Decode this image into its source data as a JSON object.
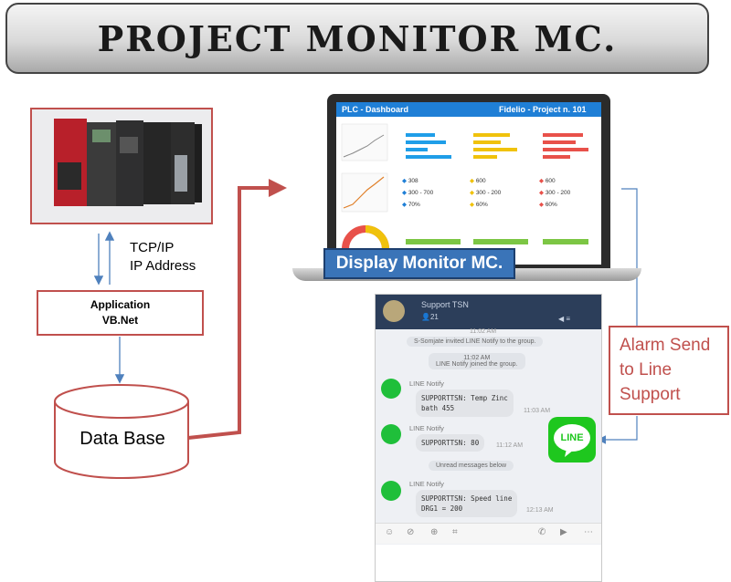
{
  "title": "PROJECT MONITOR MC.",
  "connection": {
    "line1": "TCP/IP",
    "line2": "IP Address"
  },
  "application": {
    "line1": "Application",
    "line2": "VB.Net"
  },
  "database": {
    "label": "Data Base"
  },
  "display": {
    "label": "Display Monitor MC.",
    "dashboard_title": "PLC - Dashboard",
    "dashboard_project": "Fidelio - Project n. 101",
    "kpis": [
      {
        "value1": "308",
        "value2": "300 - 700",
        "value3": "70%",
        "color": "#1f7fd6"
      },
      {
        "value1": "600",
        "value2": "300 - 200",
        "value3": "60%",
        "color": "#f0c20c"
      },
      {
        "value1": "600",
        "value2": "300 - 200",
        "value3": "60%",
        "color": "#e8514a"
      }
    ]
  },
  "chat": {
    "group_name": "Support TSN",
    "members": "21",
    "sys1_time": "11:02 AM",
    "sys1_text": "S-Somjate invited LINE Notify to the group.",
    "sys2_time": "11:02 AM",
    "sys2_text": "LINE Notify joined the group.",
    "messages": [
      {
        "sender": "LINE Notify",
        "text1": "SUPPORTTSN: Temp Zinc",
        "text2": "bath 455",
        "time": "11:03 AM"
      },
      {
        "sender": "LINE Notify",
        "text1": "SUPPORTTSN: 80",
        "text2": "",
        "time": "11:12 AM"
      },
      {
        "sender": "LINE Notify",
        "text1": "SUPPORTTSN: Speed line",
        "text2": "DRG1 = 200",
        "time": "12:13 AM"
      }
    ],
    "unread": "Unread messages below"
  },
  "line_logo": "LINE",
  "alarm": {
    "line1": "Alarm Send",
    "line2": "to Line",
    "line3": "Support"
  },
  "colors": {
    "arrow_red": "#c0504d",
    "arrow_blue": "#4f81bd",
    "line_green": "#1ec71e"
  }
}
